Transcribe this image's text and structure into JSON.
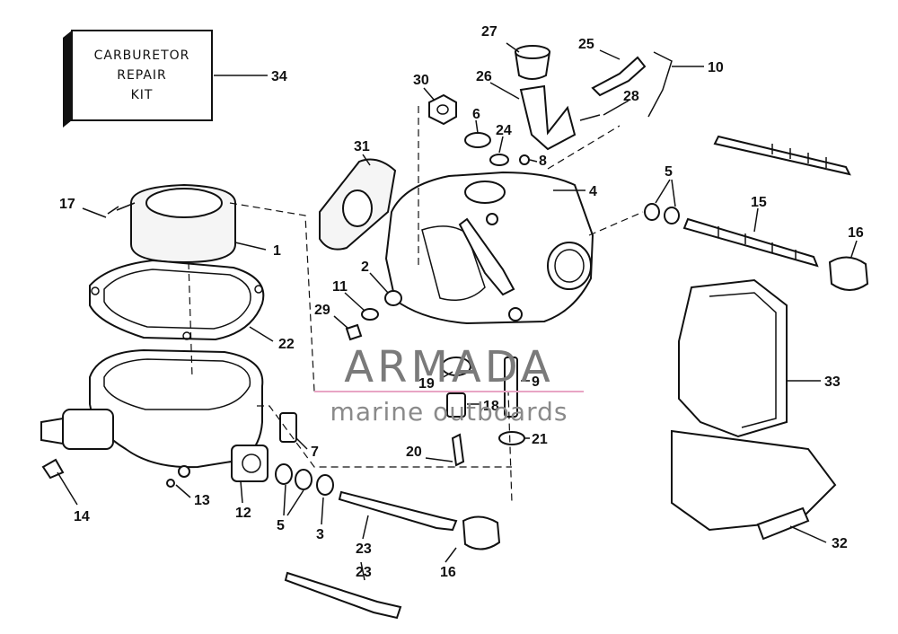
{
  "kit_label": {
    "line1": "CARBURETOR",
    "line2": "REPAIR",
    "line3": "KIT"
  },
  "watermark": {
    "brand": "ARMADA",
    "tagline": "marine outboards",
    "accent_color": "#e8a5c4",
    "text_color": "#7a7a7a"
  },
  "callouts": [
    "34",
    "27",
    "25",
    "10",
    "30",
    "26",
    "28",
    "6",
    "24",
    "8",
    "31",
    "4",
    "5",
    "15",
    "16",
    "17",
    "1",
    "2",
    "11",
    "29",
    "22",
    "19",
    "18",
    "9",
    "21",
    "20",
    "7",
    "33",
    "14",
    "13",
    "12",
    "5",
    "3",
    "23",
    "16",
    "23",
    "32"
  ]
}
